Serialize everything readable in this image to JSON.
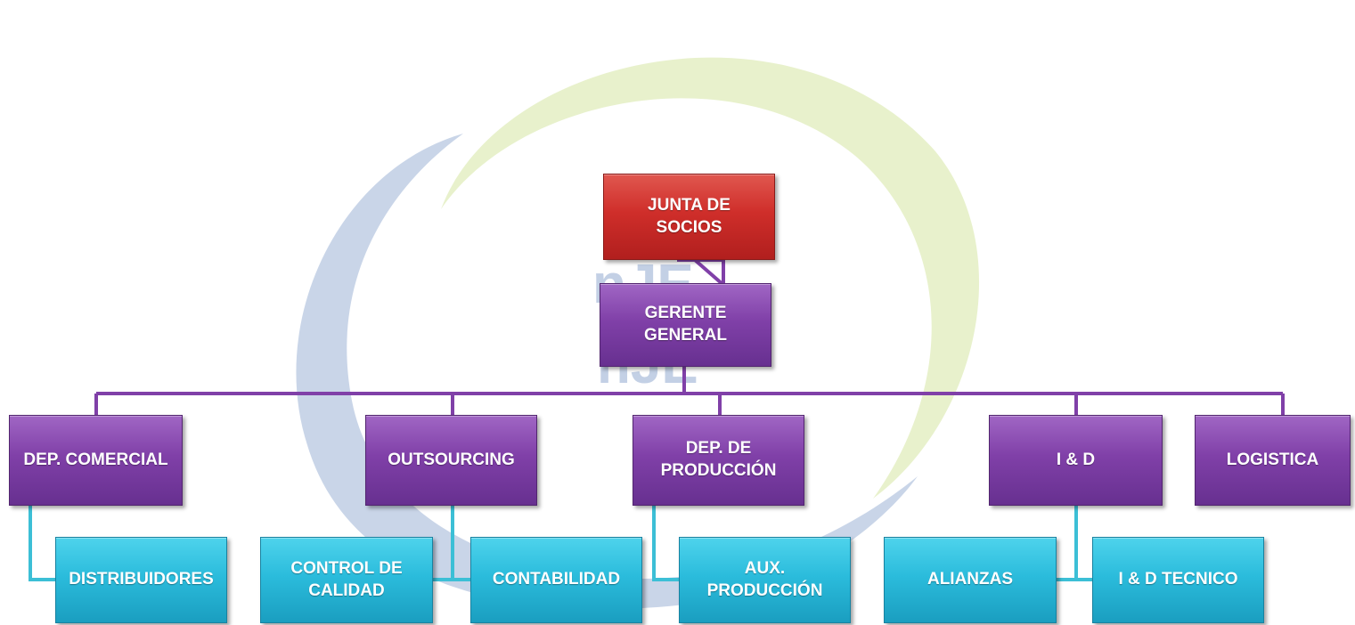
{
  "diagram": {
    "type": "org-chart",
    "top": {
      "label": "JUNTA DE\nSOCIOS"
    },
    "manager": {
      "label": "GERENTE\nGENERAL"
    },
    "departments": [
      {
        "label": "DEP. COMERCIAL"
      },
      {
        "label": "OUTSOURCING"
      },
      {
        "label": "DEP. DE\nPRODUCCIÓN"
      },
      {
        "label": "I & D"
      },
      {
        "label": "LOGISTICA"
      }
    ],
    "sub_units": [
      {
        "label": "DISTRIBUIDORES"
      },
      {
        "label": "CONTROL DE\nCALIDAD"
      },
      {
        "label": "CONTABILIDAD"
      },
      {
        "label": "AUX.\nPRODUCCIÓN"
      },
      {
        "label": "ALIANZAS"
      },
      {
        "label": "I & D TECNICO"
      }
    ],
    "colors": {
      "top": "#cf2e2a",
      "level_2": "#8040a8",
      "level_3": "#2bbcdc",
      "connector_purple": "#8040a8",
      "connector_cyan": "#3cbfd6",
      "watermark_blue": "#c3d0e5",
      "watermark_green": "#e6efc7"
    }
  }
}
